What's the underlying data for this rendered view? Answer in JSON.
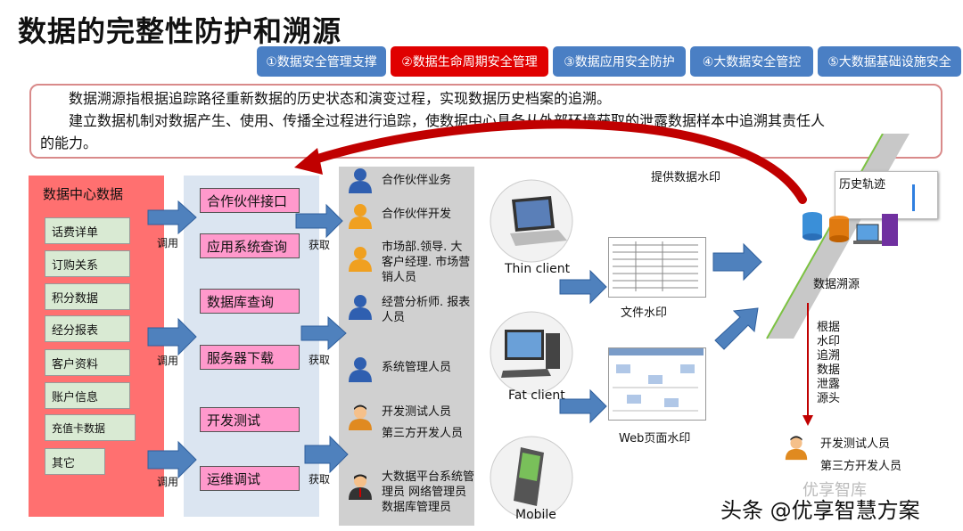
{
  "title": "数据的完整性防护和溯源",
  "tabs": [
    {
      "label": "①数据安全管理支撑",
      "color": "#4a7fc4"
    },
    {
      "label": "②数据生命周期安全管理",
      "color": "#e00000"
    },
    {
      "label": "③数据应用安全防护",
      "color": "#4a7fc4"
    },
    {
      "label": "④大数据安全管控",
      "color": "#4a7fc4"
    },
    {
      "label": "⑤大数据基础设施安全",
      "color": "#4a7fc4"
    }
  ],
  "description": {
    "line1": "数据溯源指根据追踪路径重新数据的历史状态和演变过程，实现数据历史档案的追溯。",
    "line2": "建立数据机制对数据产生、使用、传播全过程进行追踪，使数据中心具备从外部环境获取的泄露数据样本中追溯其责任人",
    "line3": "的能力。"
  },
  "data_center": {
    "label": "数据中心数据",
    "items": [
      "话费详单",
      "订购关系",
      "积分数据",
      "经分报表",
      "客户资料",
      "账户信息",
      "充值卡数据",
      "其它"
    ]
  },
  "call_label": "调用",
  "fetch_label": "获取",
  "access": [
    "合作伙伴接口",
    "应用系统查询",
    "数据库查询",
    "服务器下载",
    "开发测试",
    "运维调试"
  ],
  "roles": [
    "合作伙伴业务",
    "合作伙伴开发",
    "市场部.领导. 大客户经理. 市场营销人员",
    "经营分析师. 报表人员",
    "系统管理人员",
    "开发测试人员",
    "第三方开发人员",
    "大数据平台系统管理员 网络管理员 数据库管理员"
  ],
  "clients": {
    "thin": "Thin client",
    "fat": "Fat client",
    "mobile": "Mobile"
  },
  "watermark": {
    "file": "文件水印",
    "web": "Web页面水印"
  },
  "provide_watermark": "提供数据水印",
  "history": "历史轨迹",
  "traceback": "数据溯源",
  "trace_text": "根据水印追溯数据泄露源头",
  "result_roles": [
    "开发测试人员",
    "第三方开发人员"
  ],
  "footer": "头条 @优享智慧方案",
  "footer_logo": "优享智库",
  "colors": {
    "red_panel": "#ff7070",
    "blue_panel": "#dbe5f1",
    "gray_panel": "#d0d0d0",
    "arrow": "#4f81bd"
  }
}
